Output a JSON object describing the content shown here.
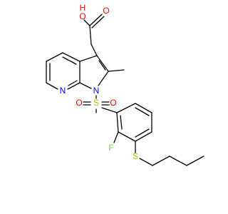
{
  "diagram": {
    "type": "chemical-structure",
    "atoms": {
      "hydroxyl_O": {
        "text": "O",
        "subtext": "H",
        "color": "#ff0000"
      },
      "carbonyl_O": {
        "text": "O",
        "color": "#ff0000"
      },
      "ring_N": {
        "text": "N",
        "color": "#0000ff"
      },
      "pyrrole_N": {
        "text": "N",
        "color": "#0000ff"
      },
      "sulfonyl_S": {
        "text": "S",
        "color": "#b8b800"
      },
      "sulfonyl_O_left": {
        "text": "O",
        "color": "#ff0000"
      },
      "sulfonyl_O_right": {
        "text": "O",
        "color": "#ff0000"
      },
      "fluorine": {
        "text": "F",
        "color": "#66cc33"
      },
      "thioether_S": {
        "text": "S",
        "color": "#b8b800"
      }
    }
  }
}
